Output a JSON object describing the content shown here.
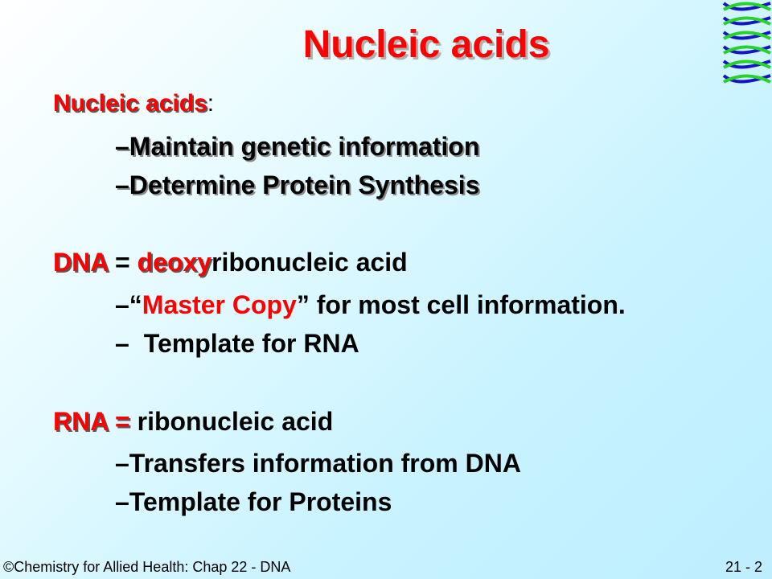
{
  "slide": {
    "title": "Nucleic acids",
    "section1": {
      "heading": "Nucleic acids",
      "heading_colon": ":",
      "items": [
        {
          "dash": "–",
          "text": "Maintain genetic information"
        },
        {
          "dash": "–",
          "text": "Determine Protein Synthesis"
        }
      ]
    },
    "section2": {
      "term": "DNA",
      "eq": " = ",
      "prefix": "deoxy",
      "rest": "ribonucleic acid",
      "item1": {
        "dash": "–",
        "open_quote": "“",
        "highlight": "Master Copy",
        "close_quote": "”",
        "rest": " for most cell information."
      },
      "item2": {
        "dash": "–",
        "text": "Template for RNA"
      }
    },
    "section3": {
      "term": "RNA =",
      "rest": " ribonucleic acid",
      "items": [
        {
          "dash": "–",
          "text": "Transfers  information from DNA"
        },
        {
          "dash": "–",
          "text": "Template for Proteins"
        }
      ]
    },
    "footer": {
      "left": "©Chemistry for Allied Health: Chap 22 - DNA",
      "right": "21 - 2"
    },
    "colors": {
      "accent": "#ff0000",
      "helix_blue": "#1414c8",
      "helix_green": "#28d228"
    },
    "icons": [
      "dna-helix-icon"
    ]
  }
}
